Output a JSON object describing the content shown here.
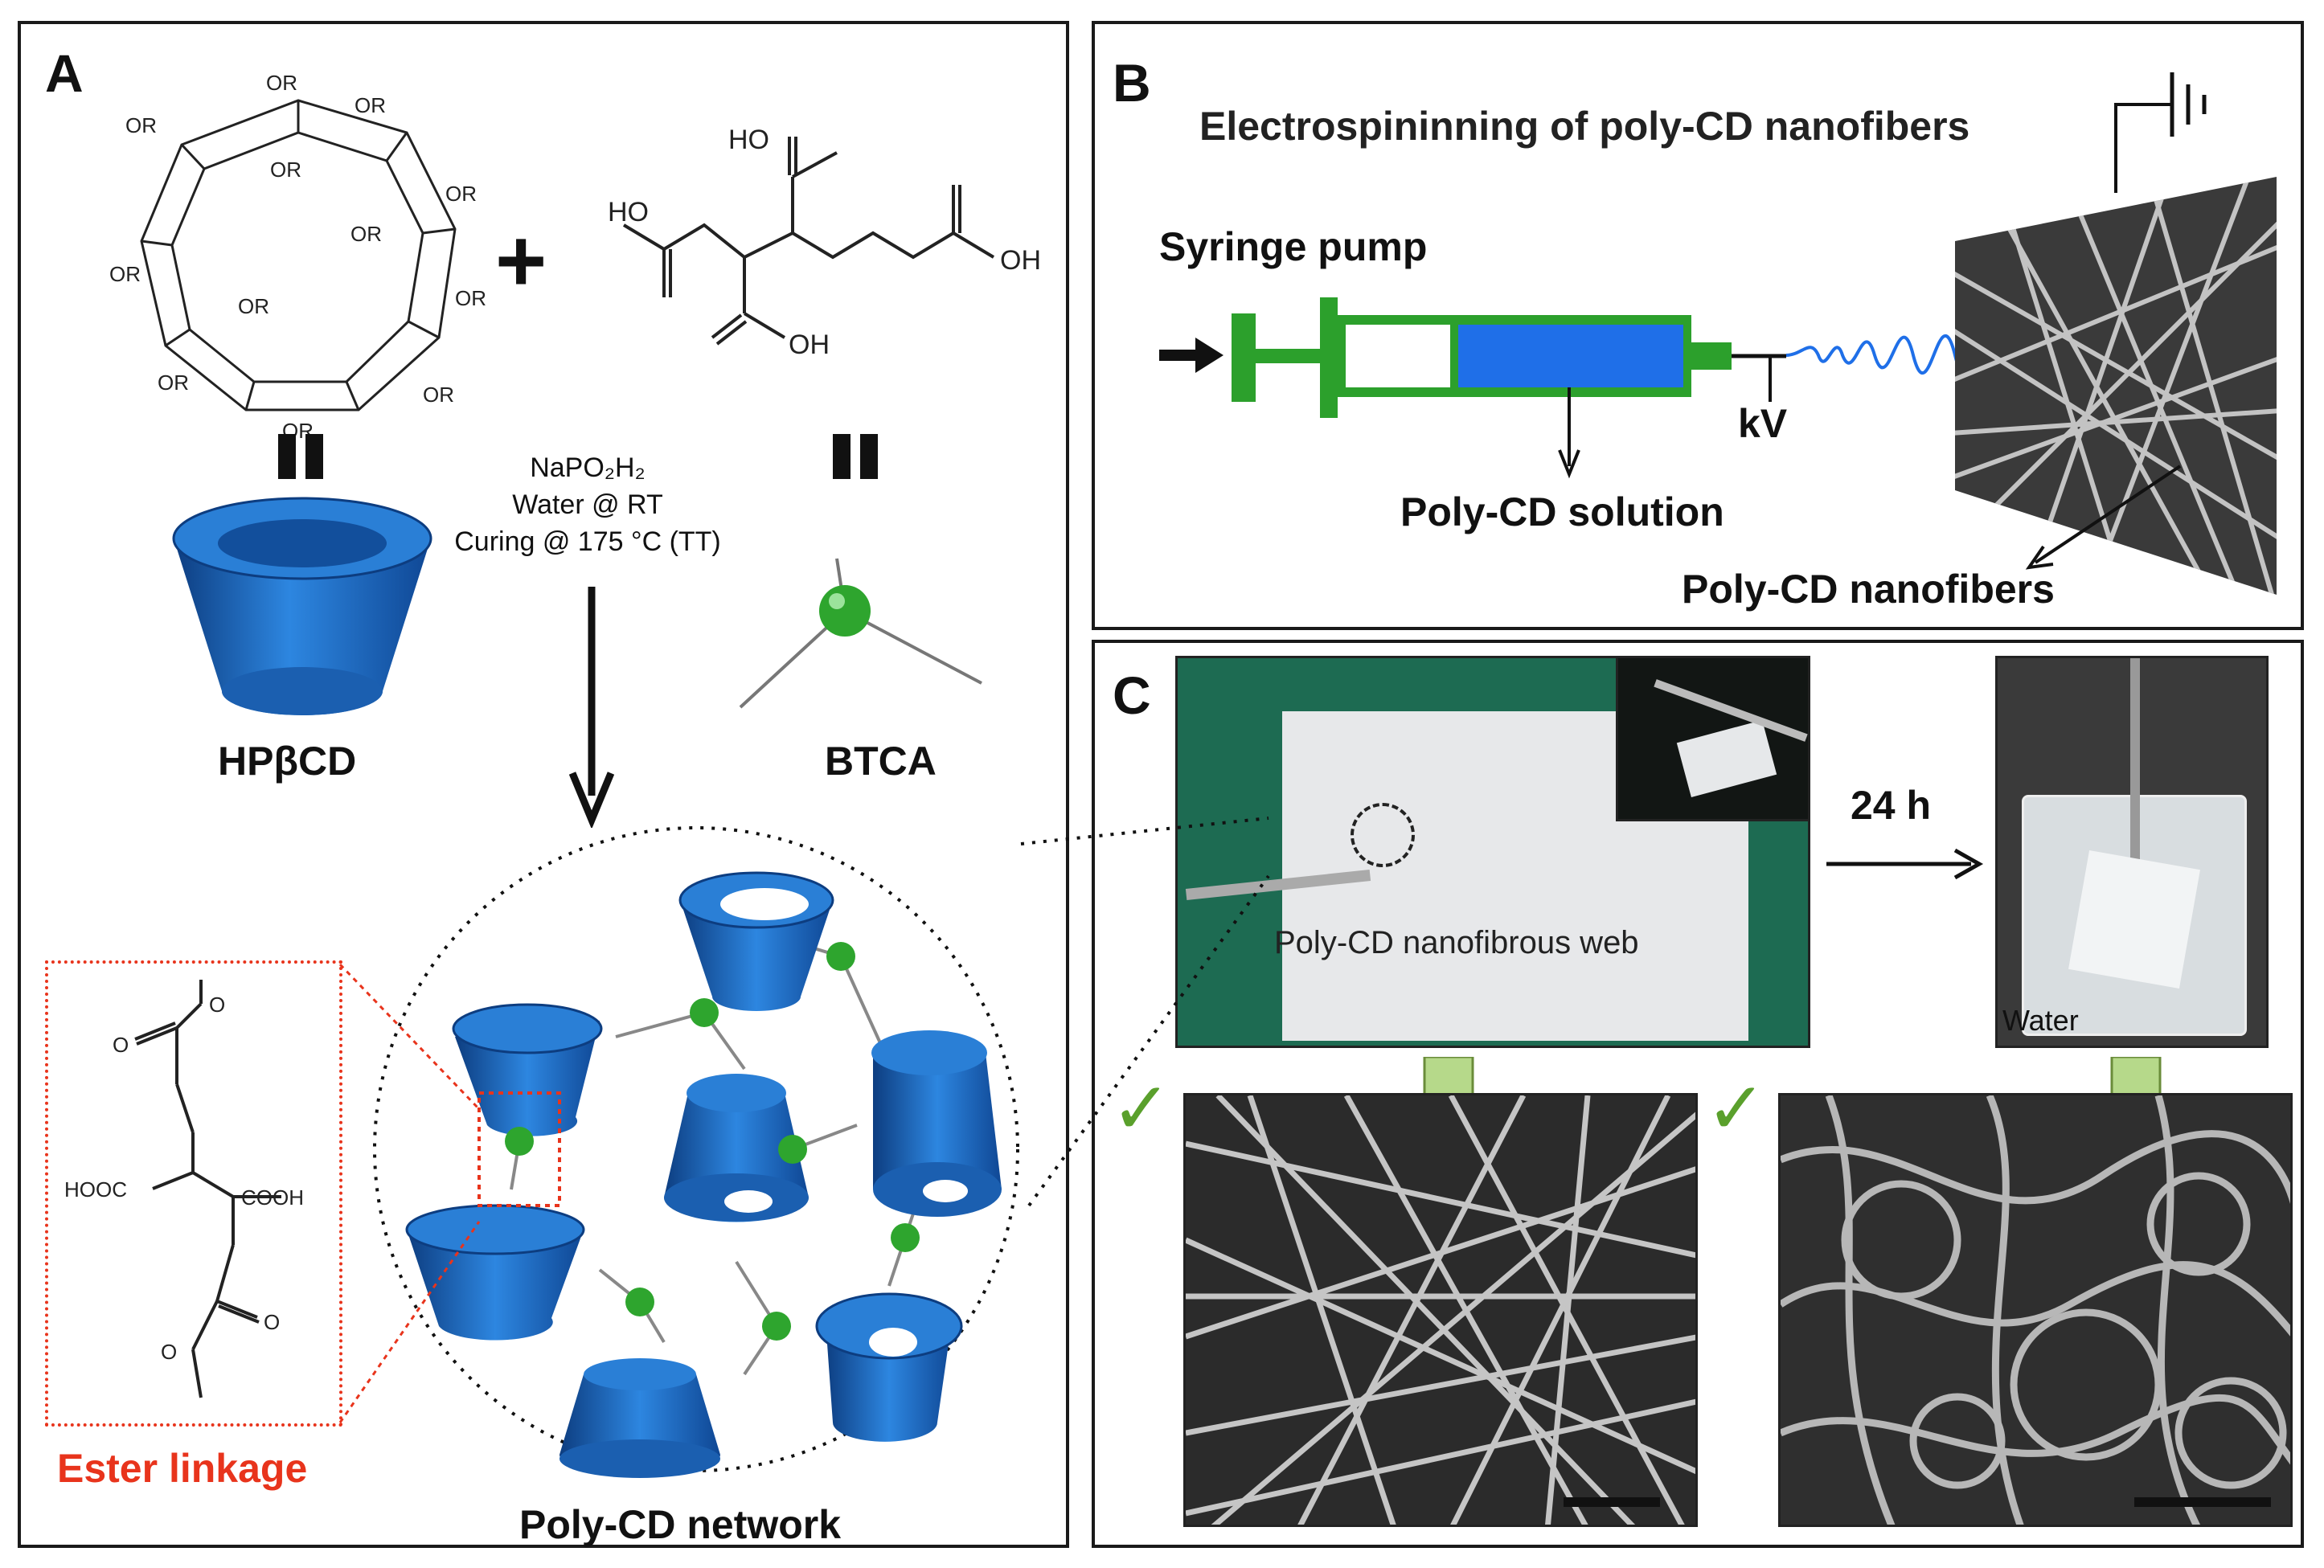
{
  "panel_a": {
    "letter": "A",
    "cd_substituent": "OR",
    "cd_label": "HPβCD",
    "btca_label": "BTCA",
    "btca_groups": {
      "oh": "OH",
      "ho": "HO"
    },
    "conditions": {
      "reagent": "NaPO₂H₂",
      "line2": "Water @ RT",
      "line3": "Curing @ 175 °C (TT)"
    },
    "plus_sign": "+",
    "ester_groups": {
      "hooc": "HOOC",
      "cooh": "COOH",
      "o": "O"
    },
    "ester_label": "Ester linkage",
    "network_label": "Poly-CD network"
  },
  "panel_b": {
    "letter": "B",
    "title": "Electrospininning of poly-CD nanofibers",
    "syringe_pump_label": "Syringe pump",
    "voltage_label": "kV",
    "solution_label": "Poly-CD solution",
    "nanofibers_label": "Poly-CD nanofibers"
  },
  "panel_c": {
    "letter": "C",
    "web_label": "Poly-CD nanofibrous web",
    "time_label": "24 h",
    "water_label": "Water",
    "checkmark": "✓"
  },
  "colors": {
    "cd_blue": "#1f6fc4",
    "btca_green": "#2ea52e",
    "syringe_green": "#2ca02c",
    "solution_blue": "#1f6fe8",
    "ester_red": "#e8341c",
    "arrow_fill": "#b6d98a",
    "check_green": "#5aa02c"
  }
}
